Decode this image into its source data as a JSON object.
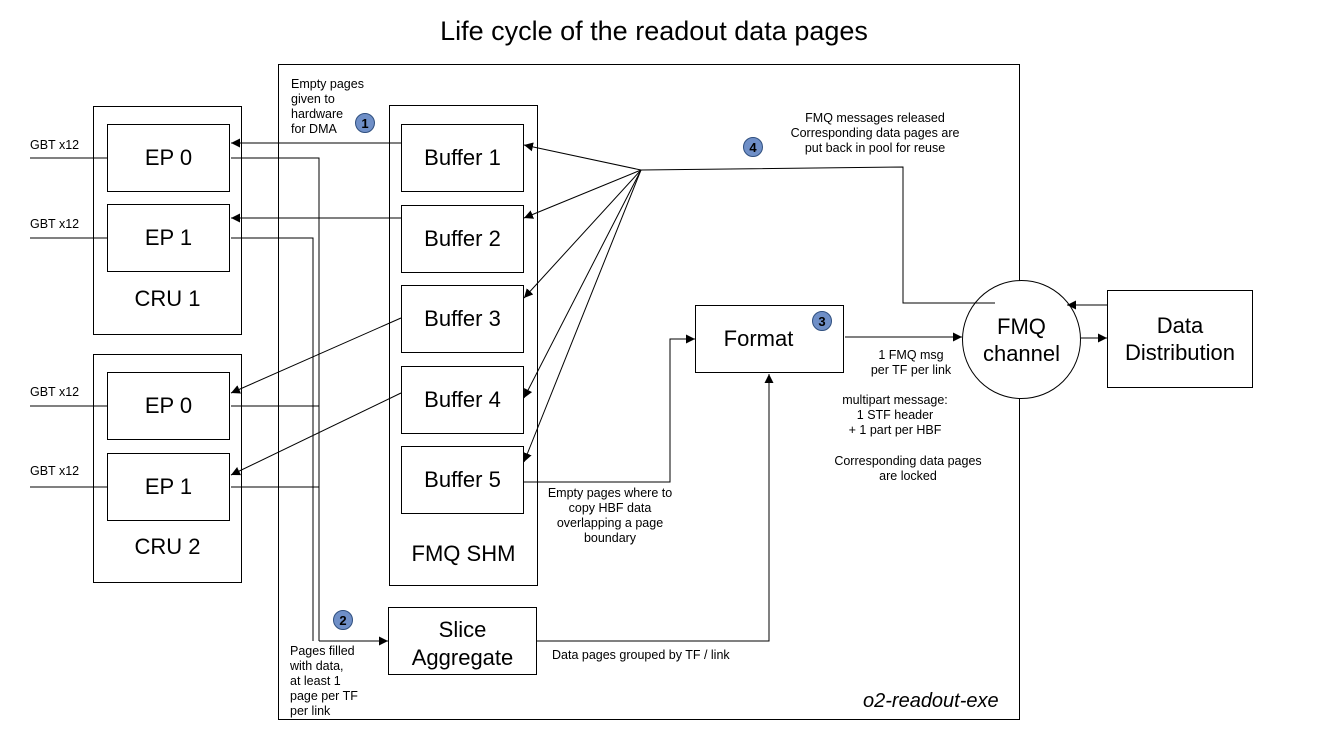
{
  "title": "Life cycle of the readout data pages",
  "process_label": "o2-readout-exe",
  "cru1": {
    "label": "CRU 1",
    "ep0": "EP 0",
    "ep1": "EP 1"
  },
  "cru2": {
    "label": "CRU 2",
    "ep0": "EP 0",
    "ep1": "EP 1"
  },
  "gbt": [
    "GBT x12",
    "GBT x12",
    "GBT x12",
    "GBT x12"
  ],
  "shm": {
    "label": "FMQ SHM",
    "buffers": [
      "Buffer 1",
      "Buffer 2",
      "Buffer 3",
      "Buffer 4",
      "Buffer 5"
    ]
  },
  "slice": {
    "line1": "Slice",
    "line2": "Aggregate"
  },
  "format": {
    "label": "Format"
  },
  "fmq_channel": {
    "line1": "FMQ",
    "line2": "channel"
  },
  "data_distribution": {
    "line1": "Data",
    "line2": "Distribution"
  },
  "steps": [
    "1",
    "2",
    "3",
    "4"
  ],
  "notes": {
    "empty_pages": [
      "Empty pages",
      "given to",
      "hardware",
      "for DMA"
    ],
    "fmq_released": [
      "FMQ messages released",
      "Corresponding data pages are",
      "put back in pool for reuse"
    ],
    "pages_filled": [
      "Pages filled",
      "with data,",
      "at least 1",
      "page per TF",
      "per link"
    ],
    "grouped": "Data pages grouped by TF / link",
    "empty_copy": [
      "Empty pages where to",
      "copy HBF data",
      "overlapping a page",
      "boundary"
    ],
    "fmq_msg": [
      "1 FMQ msg",
      "per TF per link"
    ],
    "multipart": [
      "multipart message:",
      "1 STF header",
      "+ 1 part per HBF"
    ],
    "locked": [
      "Corresponding data pages",
      "are locked"
    ]
  }
}
